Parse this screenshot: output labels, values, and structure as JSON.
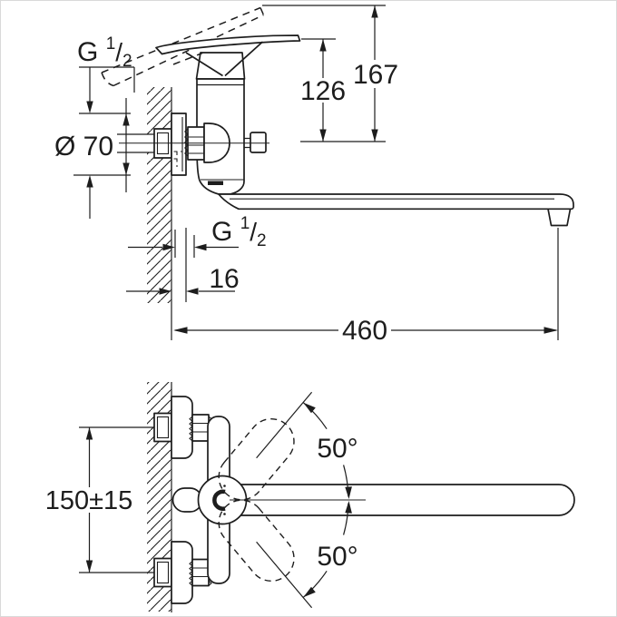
{
  "page": {
    "background": "#ffffff",
    "frame_border": "#d9d9d9",
    "ink_color": "#1d1d1d"
  },
  "drawing": {
    "type": "technical-dimension-drawing",
    "subject": "wall-mounted single-lever mixer faucet",
    "side_view": {
      "thread_label": {
        "main": "G",
        "sup": "1",
        "slash": "/",
        "sub": "2"
      },
      "diameter_label": "Ø 70",
      "lever_height_label": "126",
      "lever_raised_height_label": "167",
      "front_thread_label": {
        "main": "G",
        "sup": "1",
        "slash": "/",
        "sub": "2"
      },
      "wall_distance_label": "16",
      "spout_reach_label": "460"
    },
    "plan_view": {
      "mount_spacing_label": "150±15",
      "swing_up_label": "50°",
      "swing_down_label": "50°"
    }
  }
}
